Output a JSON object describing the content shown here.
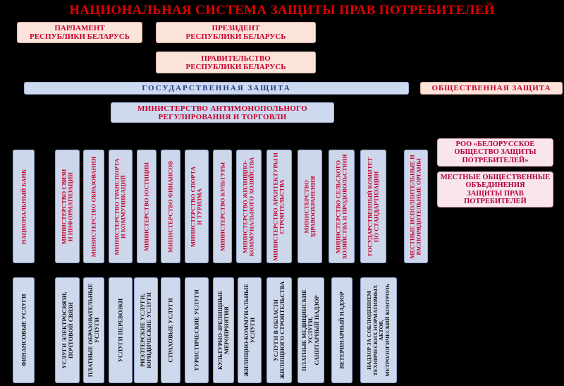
{
  "title": "НАЦИОНАЛЬНАЯ СИСТЕМА ЗАЩИТЫ ПРАВ ПОТРЕБИТЕЛЕЙ",
  "top_boxes": {
    "parliament": "ПАРЛАМЕНТ\nРЕСПУБЛИКИ БЕЛАРУСЬ",
    "president": "ПРЕЗИДЕНТ\nРЕСПУБЛИКИ БЕЛАРУСЬ",
    "government": "ПРАВИТЕЛЬСТВО\nРЕСПУБЛИКИ БЕЛАРУСЬ"
  },
  "state_protection": "ГОСУДАРСТВЕННАЯ ЗАЩИТА",
  "public_protection": "ОБЩЕСТВЕННАЯ ЗАЩИТА",
  "antimonopoly": "МИНИСТЕРСТВО АНТИМОНОПОЛЬНОГО\nРЕГУЛИРОВАНИЯ И ТОРГОВЛИ",
  "public_orgs": [
    "РОО «БЕЛОРУССКОЕ\nОБЩЕСТВО ЗАЩИТЫ\nПОТРЕБИТЕЛЕЙ»",
    "МЕСТНЫЕ ОБЩЕСТВЕННЫЕ\nОБЪЕДИНЕНИЯ\nЗАЩИТЫ ПРАВ\nПОТРЕБИТЕЛЕЙ"
  ],
  "ministries": [
    "НАЦИОНАЛЬНЫЙ БАНК",
    "МИНИСТЕРСТВО СВЯЗИ\nИ ИНФОРМАТИЗАЦИИ",
    "МИНИСТЕРСТВО ОБРАЗОВАНИЯ",
    "МИНИСТЕРСТВО ТРАНСПОРТА\nИ КОММУНИКАЦИЙ",
    "МИНИСТЕРСТВО ЮСТИЦИИ",
    "МИНИСТЕРСТВО ФИНАНСОВ",
    "МИНИСТЕРСТВО СПОРТА\nИ ТУРИЗМА",
    "МИНИСТЕРСТВО КУЛЬТУРЫ",
    "МИНИСТЕРСТВО ЖИЛИЩНО-\nКОММУНАЛЬНОГО ХОЗЯЙСТВА",
    "МИНИСТЕРСТВО АРХИТЕКТУРЫ И\nСТРОИТЕЛЬСТВА",
    "МИНИСТЕРСТВО\nЗДРАВООХРАНЕНИЯ",
    "МИНИСТЕРСТВО СЕЛЬСКОГО\nХОЗЯЙСТВА И ПРОДОВОЛЬСТВИЯ",
    "ГОСУДАРСТВЕННЫЙ КОМИТЕТ\nПО СТАНДАРТИЗАЦИИ",
    "МЕСТНЫЕ ИСПОЛНИТЕЛЬНЫЕ И\nРАСПОРЯДИТЕЛЬНЫЕ ОРГАНЫ"
  ],
  "services": [
    "ФИНАНСОВЫЕ УСЛУГИ",
    "УСЛУГИ ЭЛЕКТРОСВЯЗИ,\nПОЧТОВОЙ СВЯЗИ",
    "ПЛАТНЫЕ ОБРАЗОВАТЕЛЬНЫЕ\nУСЛУГИ",
    "УСЛУГИ ПЕРЕВОЗКИ",
    "РИЭЛТЕРСКИЕ УСЛУГИ,\nЮРИДИЧЕСКИЕ УСЛУГИ",
    "СТРАХОВЫЕ УСЛУГИ",
    "ТУРИСТИЧЕСКИЕ УСЛУГИ",
    "КУЛЬТУРНО-ЗРЕЛИЩНЫЕ\nМЕРОПРИЯТИЯ",
    "ЖИЛИЩНО-КОММУНАЛЬНЫЕ\nУСЛУГИ",
    "УСЛУГИ В ОБЛАСТИ\nЖИЛИЩНОГО СТРОИТЕЛЬСТВА",
    "ПЛАТНЫЕ МЕДИЦИНСКИЕ\nУСЛУГИ,\nСАНИТАРНЫЙ НАДЗОР",
    "ВЕТЕРИНАРНЫЙ НАДЗОР",
    "НАДЗОР ЗА СОБЛЮДЕНИЕМ\nТЕХНИЧЕСКИХ НОРМАТИВНЫХ\nАКТОВ,\nМЕТРОЛОГИЧЕСКИЙ КОНТРОЛЬ"
  ]
}
